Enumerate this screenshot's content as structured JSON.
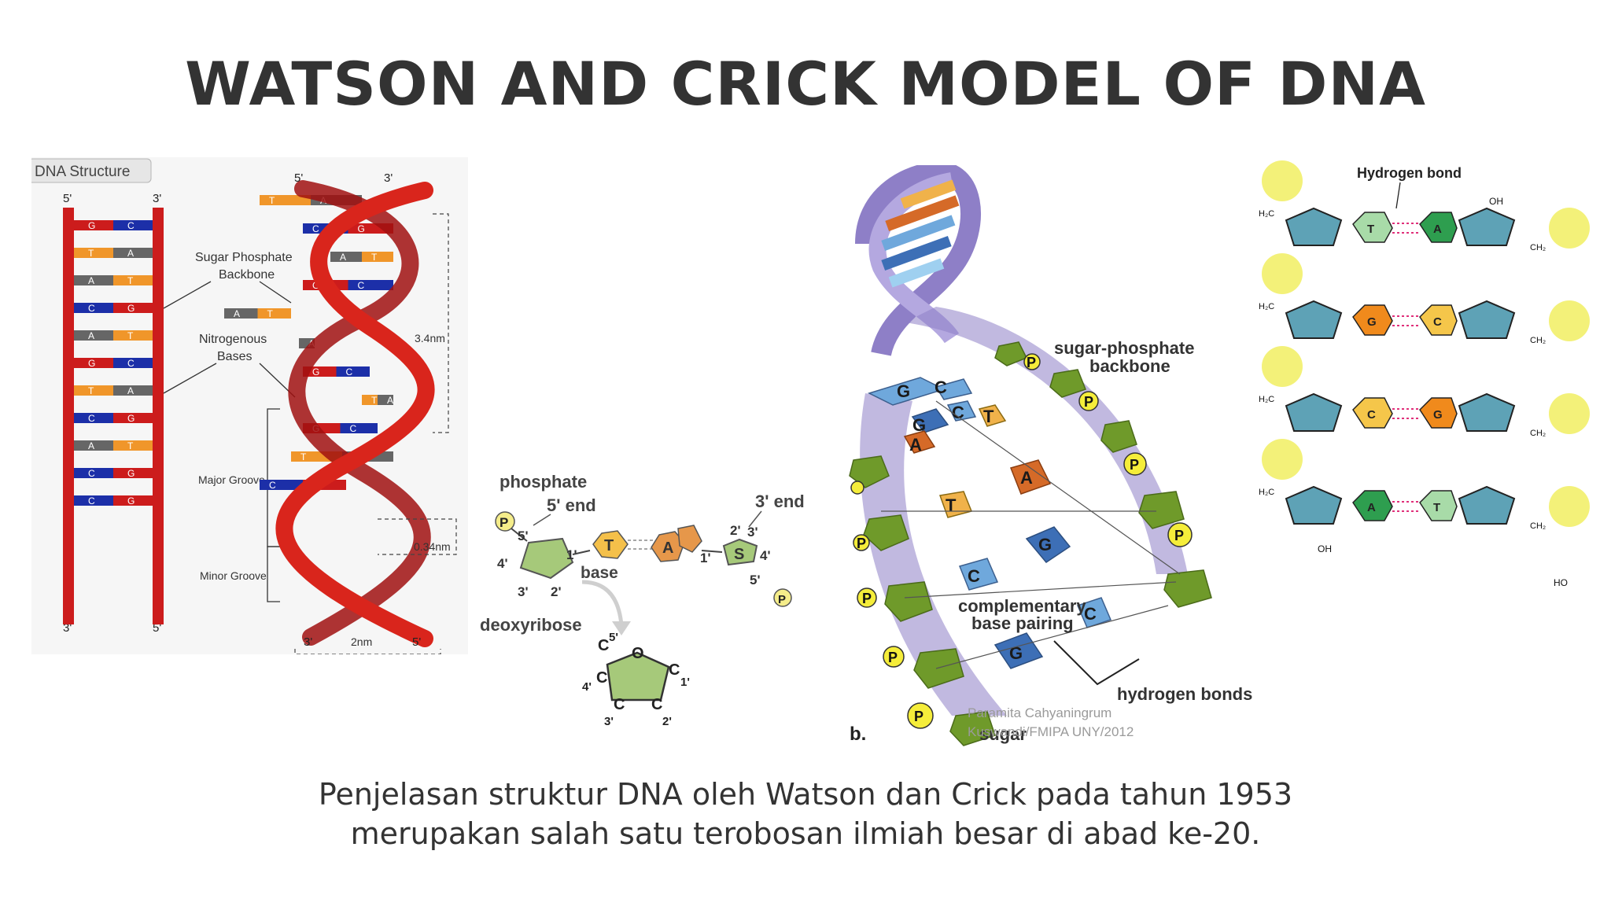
{
  "title": "WATSON AND CRICK MODEL OF DNA",
  "caption": {
    "line1": "Penjelasan struktur DNA oleh Watson dan Crick pada tahun 1953",
    "line2": "merupakan salah satu terobosan ilmiah besar di abad ke-20."
  },
  "panel1": {
    "tab": "DNA Structure",
    "end_5_top": "5'",
    "end_3_top": "3'",
    "end_3_bottom": "3'",
    "end_5_bottom": "5'",
    "helix_5_top": "5'",
    "helix_3_top": "3'",
    "helix_3_bottom": "3'",
    "helix_5_bottom": "5'",
    "label_backbone_1": "Sugar Phosphate",
    "label_backbone_2": "Backbone",
    "label_bases_1": "Nitrogenous",
    "label_bases_2": "Bases",
    "label_major": "Major Groove",
    "label_minor": "Minor Groove",
    "dim_pitch": "3.4nm",
    "dim_rise": "0.34nm",
    "dim_width": "2nm",
    "ladder_pairs": [
      [
        "G",
        "C"
      ],
      [
        "T",
        "A"
      ],
      [
        "A",
        "T"
      ],
      [
        "C",
        "G"
      ],
      [
        "A",
        "T"
      ],
      [
        "G",
        "C"
      ],
      [
        "T",
        "A"
      ],
      [
        "C",
        "G"
      ],
      [
        "A",
        "T"
      ],
      [
        "C",
        "G"
      ],
      [
        "C",
        "G"
      ]
    ],
    "helix_pairs": [
      [
        "T",
        "A"
      ],
      [
        "C",
        "G"
      ],
      [
        "A",
        "T"
      ],
      [
        "G",
        "C"
      ],
      [
        "A",
        "T"
      ],
      [
        "A",
        ""
      ],
      [
        "G",
        "C"
      ],
      [
        "T",
        "A"
      ],
      [
        "G",
        "C"
      ],
      [
        "T",
        "A"
      ],
      [
        "C",
        "G"
      ]
    ]
  },
  "panel2": {
    "phosphate": "phosphate",
    "end5": "5' end",
    "end3": "3' end",
    "base": "base",
    "deoxyribose": "deoxyribose",
    "p": "P",
    "t": "T",
    "a": "A",
    "s": "S",
    "o": "O",
    "c": "C",
    "n5": "5'",
    "n4": "4'",
    "n3": "3'",
    "n2": "2'",
    "n1": "1'"
  },
  "panel3": {
    "backbone_1": "sugar-phosphate",
    "backbone_2": "backbone",
    "pairing_1": "complementary",
    "pairing_2": "base pairing",
    "hbonds": "hydrogen bonds",
    "sugar": "sugar",
    "fig": "b.",
    "credit_1": "Paramita Cahyaningrum",
    "credit_2": "Kuswandi/FMIPA UNY/2012",
    "p": "P"
  },
  "panel4": {
    "hbond": "Hydrogen bond",
    "pairs": [
      [
        "T",
        "A"
      ],
      [
        "G",
        "C"
      ],
      [
        "C",
        "G"
      ],
      [
        "A",
        "T"
      ]
    ],
    "oh": "OH",
    "ch2": "CH",
    "h2c": "H",
    "ho": "HO"
  }
}
